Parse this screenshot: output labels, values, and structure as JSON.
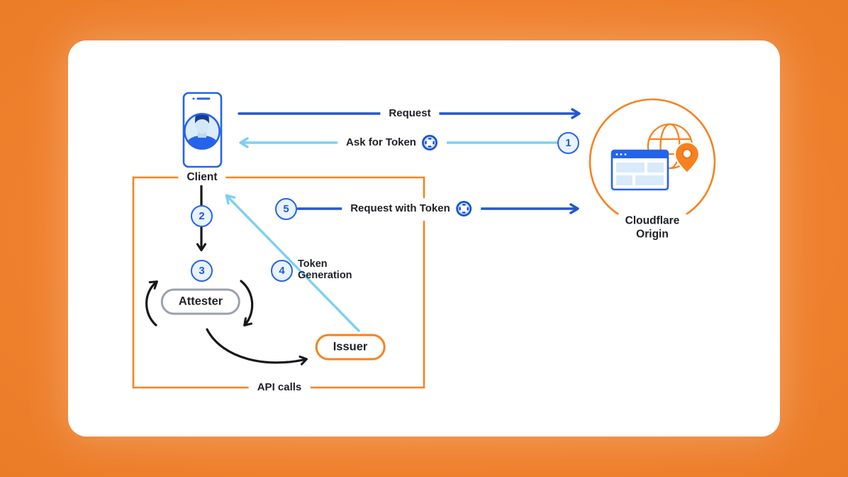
{
  "page": {
    "background_color": "#f0822f",
    "card_color": "#ffffff"
  },
  "nodes": {
    "client": {
      "label": "Client"
    },
    "attester": {
      "label": "Attester"
    },
    "issuer": {
      "label": "Issuer"
    },
    "origin": {
      "label_line1": "Cloudflare",
      "label_line2": "Origin"
    }
  },
  "flows": {
    "request": {
      "label": "Request"
    },
    "ask_for_token": {
      "label": "Ask for Token"
    },
    "request_with_token": {
      "label": "Request with Token"
    },
    "token_generation": {
      "label_line1": "Token",
      "label_line2": "Generation"
    },
    "api_calls": {
      "label": "API calls"
    }
  },
  "steps": {
    "s1": "1",
    "s2": "2",
    "s3": "3",
    "s4": "4",
    "s5": "5"
  },
  "icons": {
    "client_device": "phone-icon",
    "client_user": "user-avatar-icon",
    "token": "token-icon",
    "origin_globe": "globe-icon",
    "origin_browser": "browser-window-icon",
    "origin_pin": "location-pin-icon"
  },
  "colors": {
    "cloudflare_orange": "#f6821f",
    "dark_blue_arrow": "#2355d6",
    "light_blue_arrow": "#7ed0f2",
    "step_circle_blue": "#2563eb",
    "step_circle_fill": "#e9f3fe",
    "black_arrow": "#17181c",
    "text": "#1d2025"
  }
}
